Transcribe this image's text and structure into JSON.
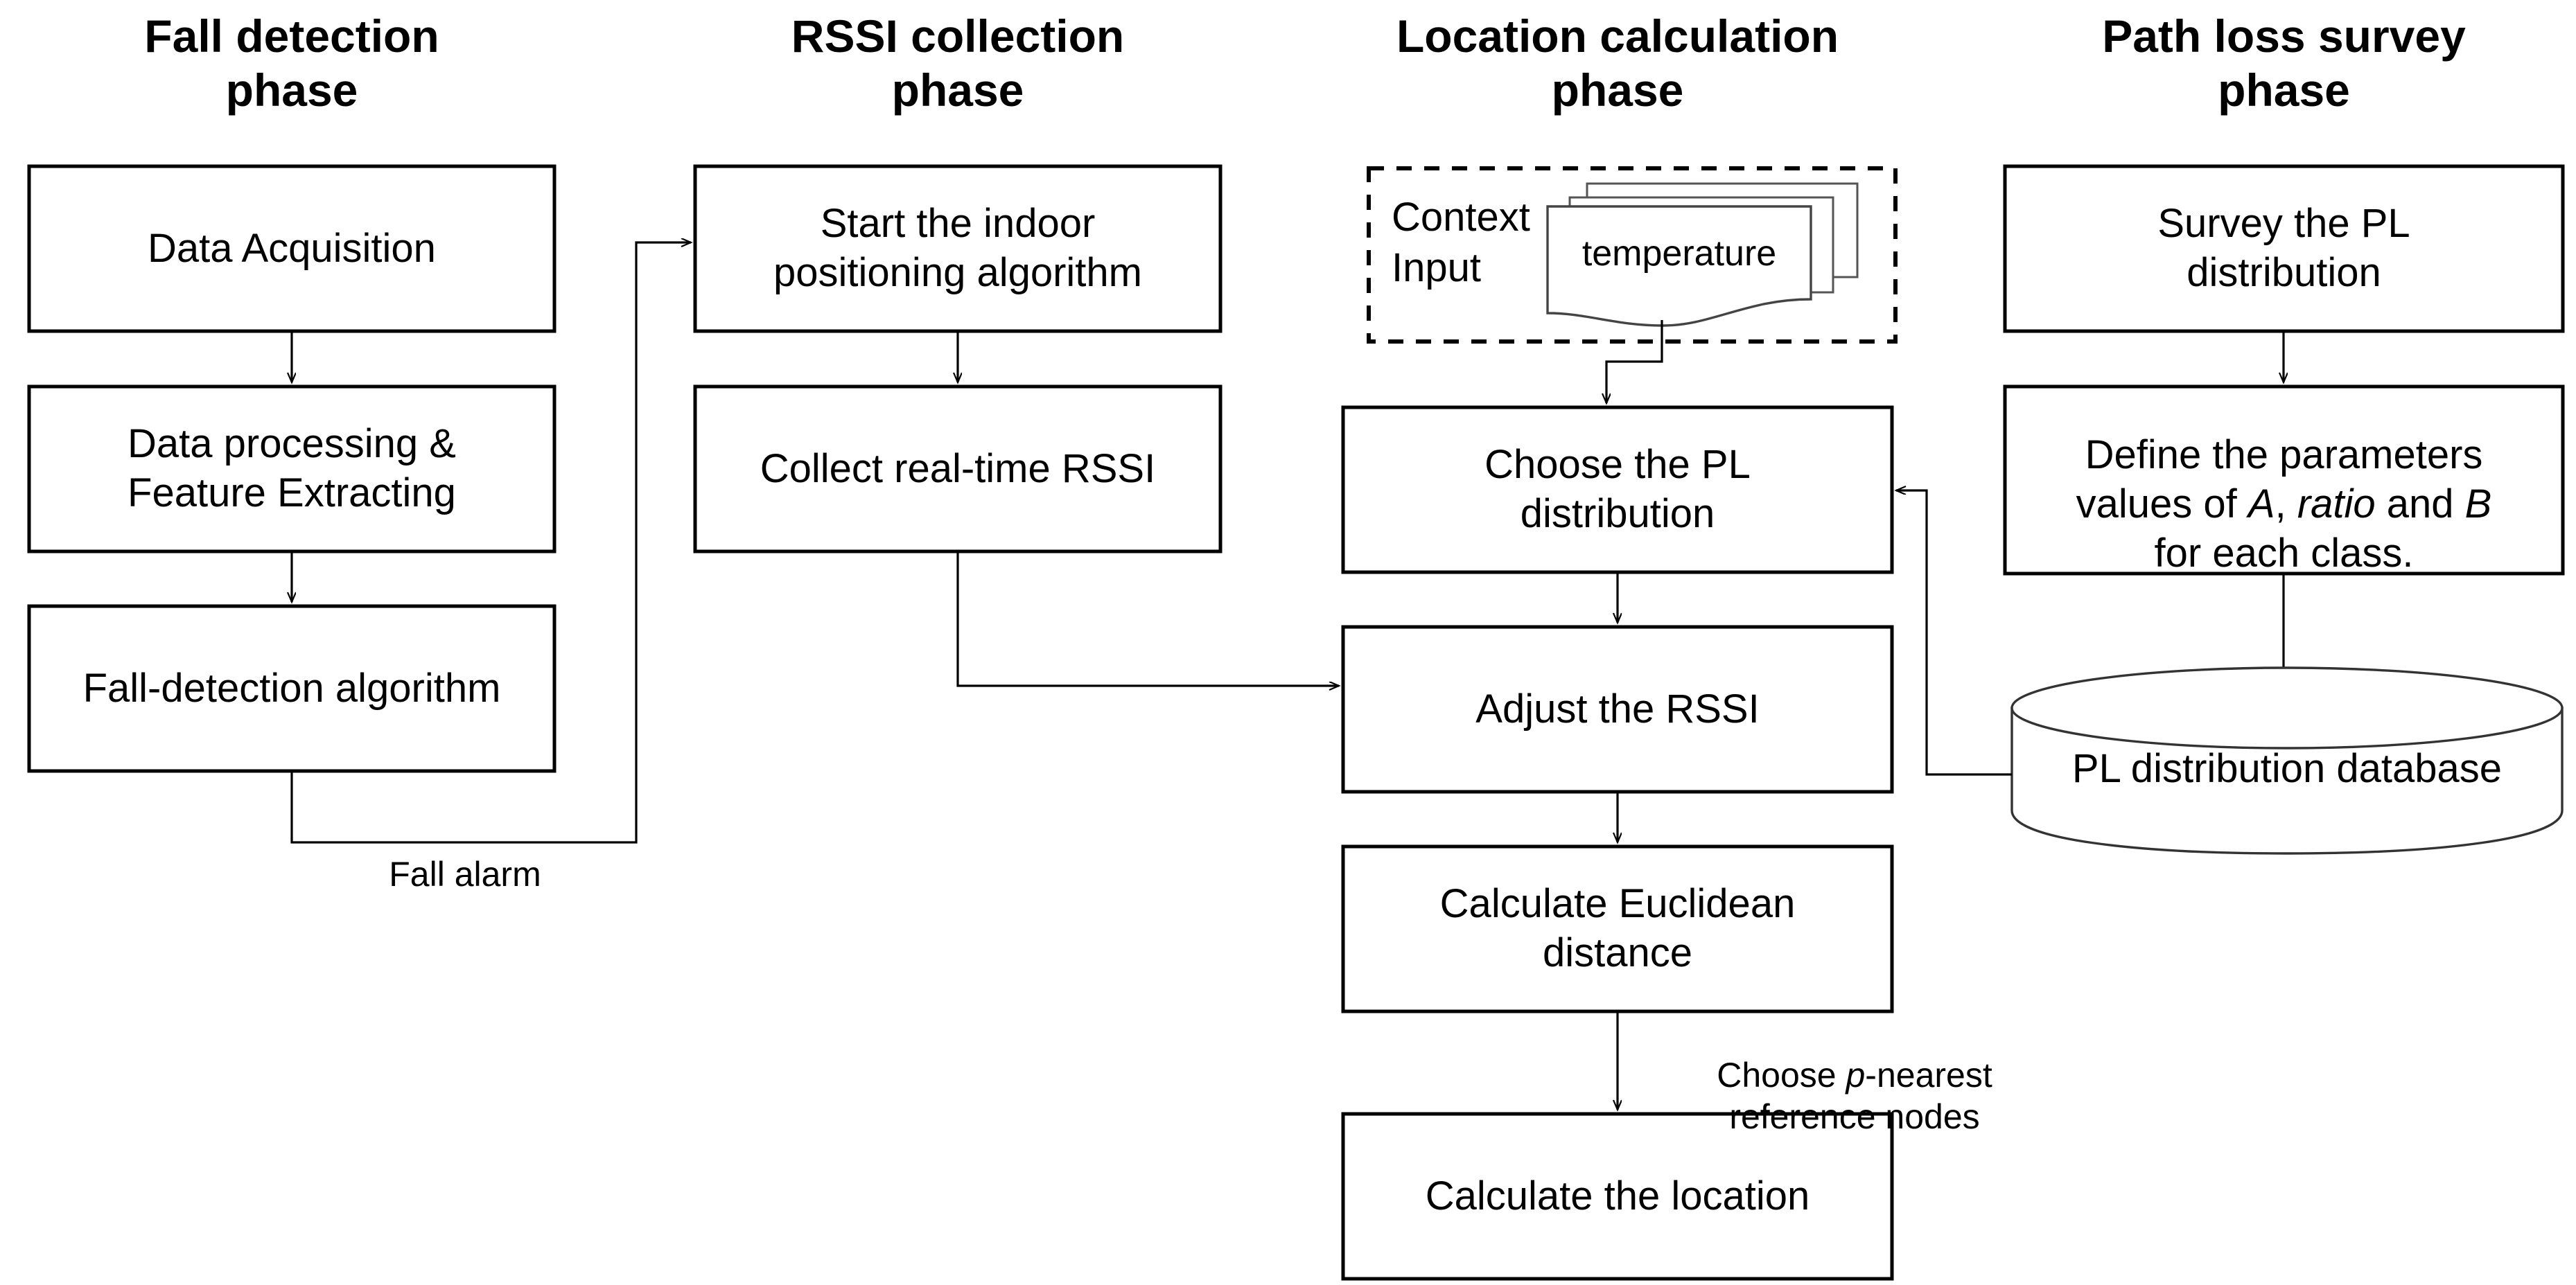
{
  "diagram": {
    "title": "Context-aware indoor fall detection and positioning flowchart",
    "background": "#ffffff",
    "stroke_color": "#000000",
    "text_color": "#000000"
  },
  "phases": [
    {
      "id": "fall-detection",
      "title": "Fall detection\nphase"
    },
    {
      "id": "rssi-collection",
      "title": "RSSI collection\nphase"
    },
    {
      "id": "location-calculation",
      "title": "Location calculation\nphase"
    },
    {
      "id": "path-loss-survey",
      "title": "Path loss survey\nphase"
    }
  ],
  "nodes": {
    "data_acquisition": "Data Acquisition",
    "data_processing": "Data processing &\nFeature Extracting",
    "fall_algorithm": "Fall-detection  algorithm",
    "start_indoor": "Start the indoor\npositioning algorithm",
    "collect_rssi": "Collect real-time RSSI",
    "context_input": "Context\nInput",
    "context_doc": "temperature",
    "choose_pl": "Choose the PL\ndistribution",
    "adjust_rssi": "Adjust the RSSI",
    "calc_euclidean": "Calculate Euclidean\ndistance",
    "calc_location": "Calculate the location",
    "survey_pl": "Survey the PL\ndistribution",
    "define_params_pre": "Define the parameters\nvalues of ",
    "define_params_a": "A",
    "define_params_comma": ", ",
    "define_params_ratio": "ratio",
    "define_params_and": " and ",
    "define_params_b": "B",
    "define_params_post": "\nfor each class.",
    "pl_database": "PL distribution database"
  },
  "edge_labels": {
    "fall_alarm": "Fall alarm",
    "choose_p_nearest_pre": "Choose ",
    "choose_p_nearest_p": "p",
    "choose_p_nearest_post": "-nearest\nreference nodes"
  }
}
